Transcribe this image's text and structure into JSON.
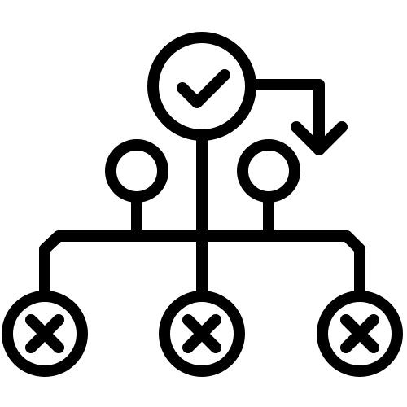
{
  "icon": {
    "semantic_name": "decision-flow-hierarchy-icon",
    "stroke_color": "#000000",
    "background_color": "#ffffff",
    "nodes": {
      "top": "check-circle",
      "middle": [
        "empty-circle",
        "empty-circle"
      ],
      "bottom": [
        "x-circle",
        "x-circle",
        "x-circle"
      ]
    },
    "arrow": "bent-arrow-down-right"
  }
}
